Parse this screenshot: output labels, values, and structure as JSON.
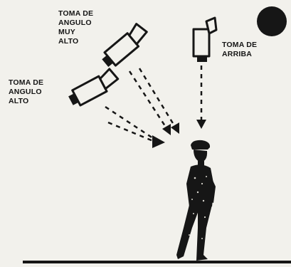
{
  "cameras": [
    {
      "id": "angulo-alto",
      "label_lines": [
        "TOMA DE",
        "ANGULO",
        "ALTO"
      ]
    },
    {
      "id": "angulo-muy-alto",
      "label_lines": [
        "TOMA DE",
        "ANGULO",
        "MUY",
        "ALTO"
      ]
    },
    {
      "id": "arriba",
      "label_lines": [
        "TOMA DE",
        "ARRIBA"
      ]
    }
  ],
  "colors": {
    "ink": "#161616",
    "paper": "#f2f1ec"
  }
}
